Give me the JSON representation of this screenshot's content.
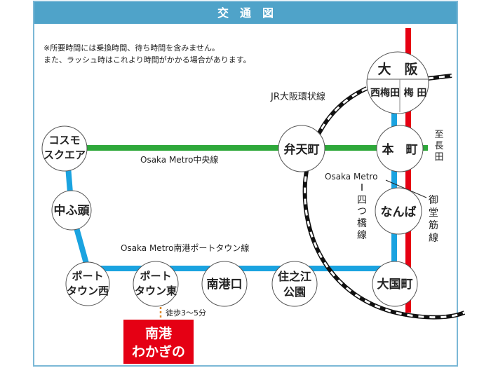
{
  "header": {
    "title": "交　通　図"
  },
  "notes": [
    "※所要時間には乗換時間、待ち時間を含みません。",
    "また、ラッシュ時はこれより時間がかかる場合があります。"
  ],
  "lines": {
    "jr_loop": "JR大阪環状線",
    "chuo": "Osaka Metro中央線",
    "nanko": "Osaka Metro南港ポートタウン線",
    "yotsubashi_prefix": "Osaka Metro",
    "yotsubashi": [
      "四",
      "つ",
      "橋",
      "線"
    ],
    "midosuji": [
      "御",
      "堂",
      "筋",
      "線"
    ],
    "to_nagata": [
      "至",
      "長",
      "田"
    ]
  },
  "stations": {
    "osaka": "大　阪",
    "nishiumeda": "西梅田",
    "umeda": "梅 田",
    "bentencho": "弁天町",
    "honmachi": "本　町",
    "namba": "なんば",
    "cosmo": [
      "コスモ",
      "スクエア"
    ],
    "chufuto": "中ふ頭",
    "pt_west": [
      "ポート",
      "タウン西"
    ],
    "pt_east": [
      "ポート",
      "タウン東"
    ],
    "nankoguchi": "南港口",
    "suminoe": [
      "住之江",
      "公園"
    ],
    "daikokucho": "大国町"
  },
  "walk": "徒歩3～5分",
  "destination": [
    "南港",
    "わかぎの"
  ],
  "colors": {
    "header": "#4fa3c9",
    "green": "#2ea83a",
    "blue": "#1aa3e0",
    "red": "#e60012",
    "dest": "#e50014"
  }
}
